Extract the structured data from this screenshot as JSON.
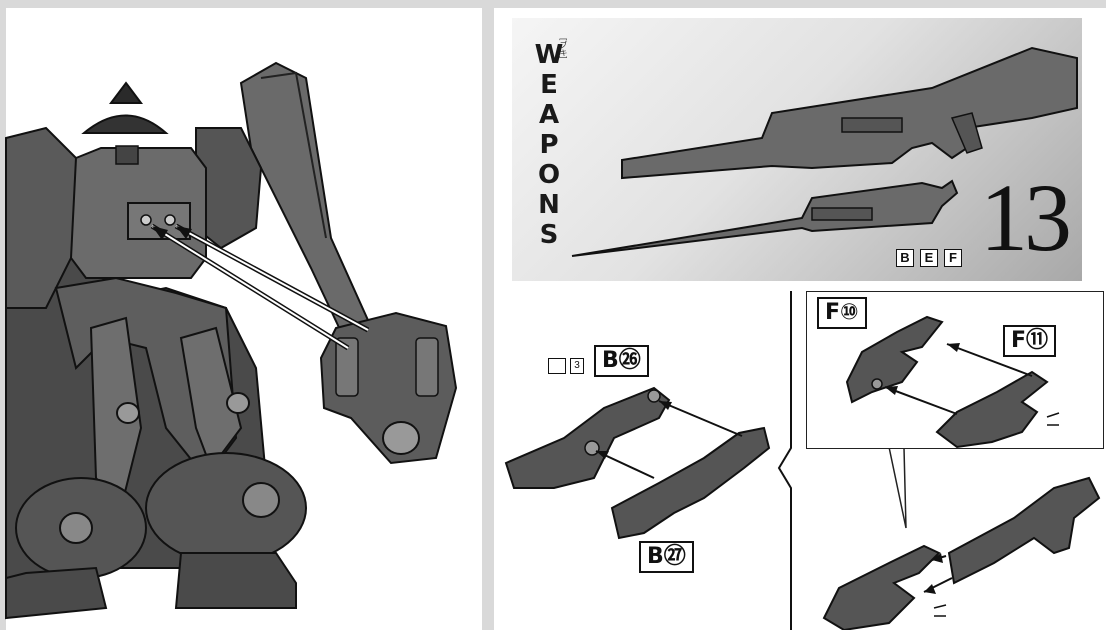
{
  "header": {
    "title": "WEAPONS",
    "title_reading": "[ブキ]",
    "step_number": "13",
    "runners": [
      "B",
      "E",
      "F"
    ]
  },
  "instructions": {
    "nipper_count": "3",
    "parts": {
      "b26": "B㉖",
      "b27": "B㉗",
      "f10": "F⑩",
      "f11": "F⑪"
    }
  }
}
